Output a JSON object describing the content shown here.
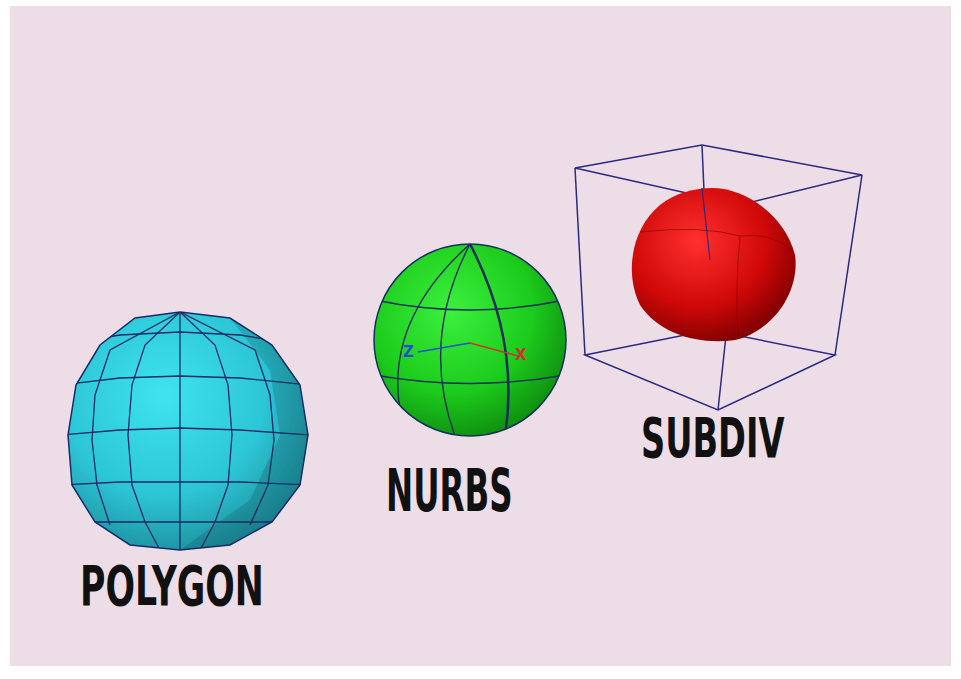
{
  "diagram": {
    "labels": [
      "POLYGON",
      "NURBS",
      "SUBDIV",
      "Z",
      "X"
    ]
  }
}
